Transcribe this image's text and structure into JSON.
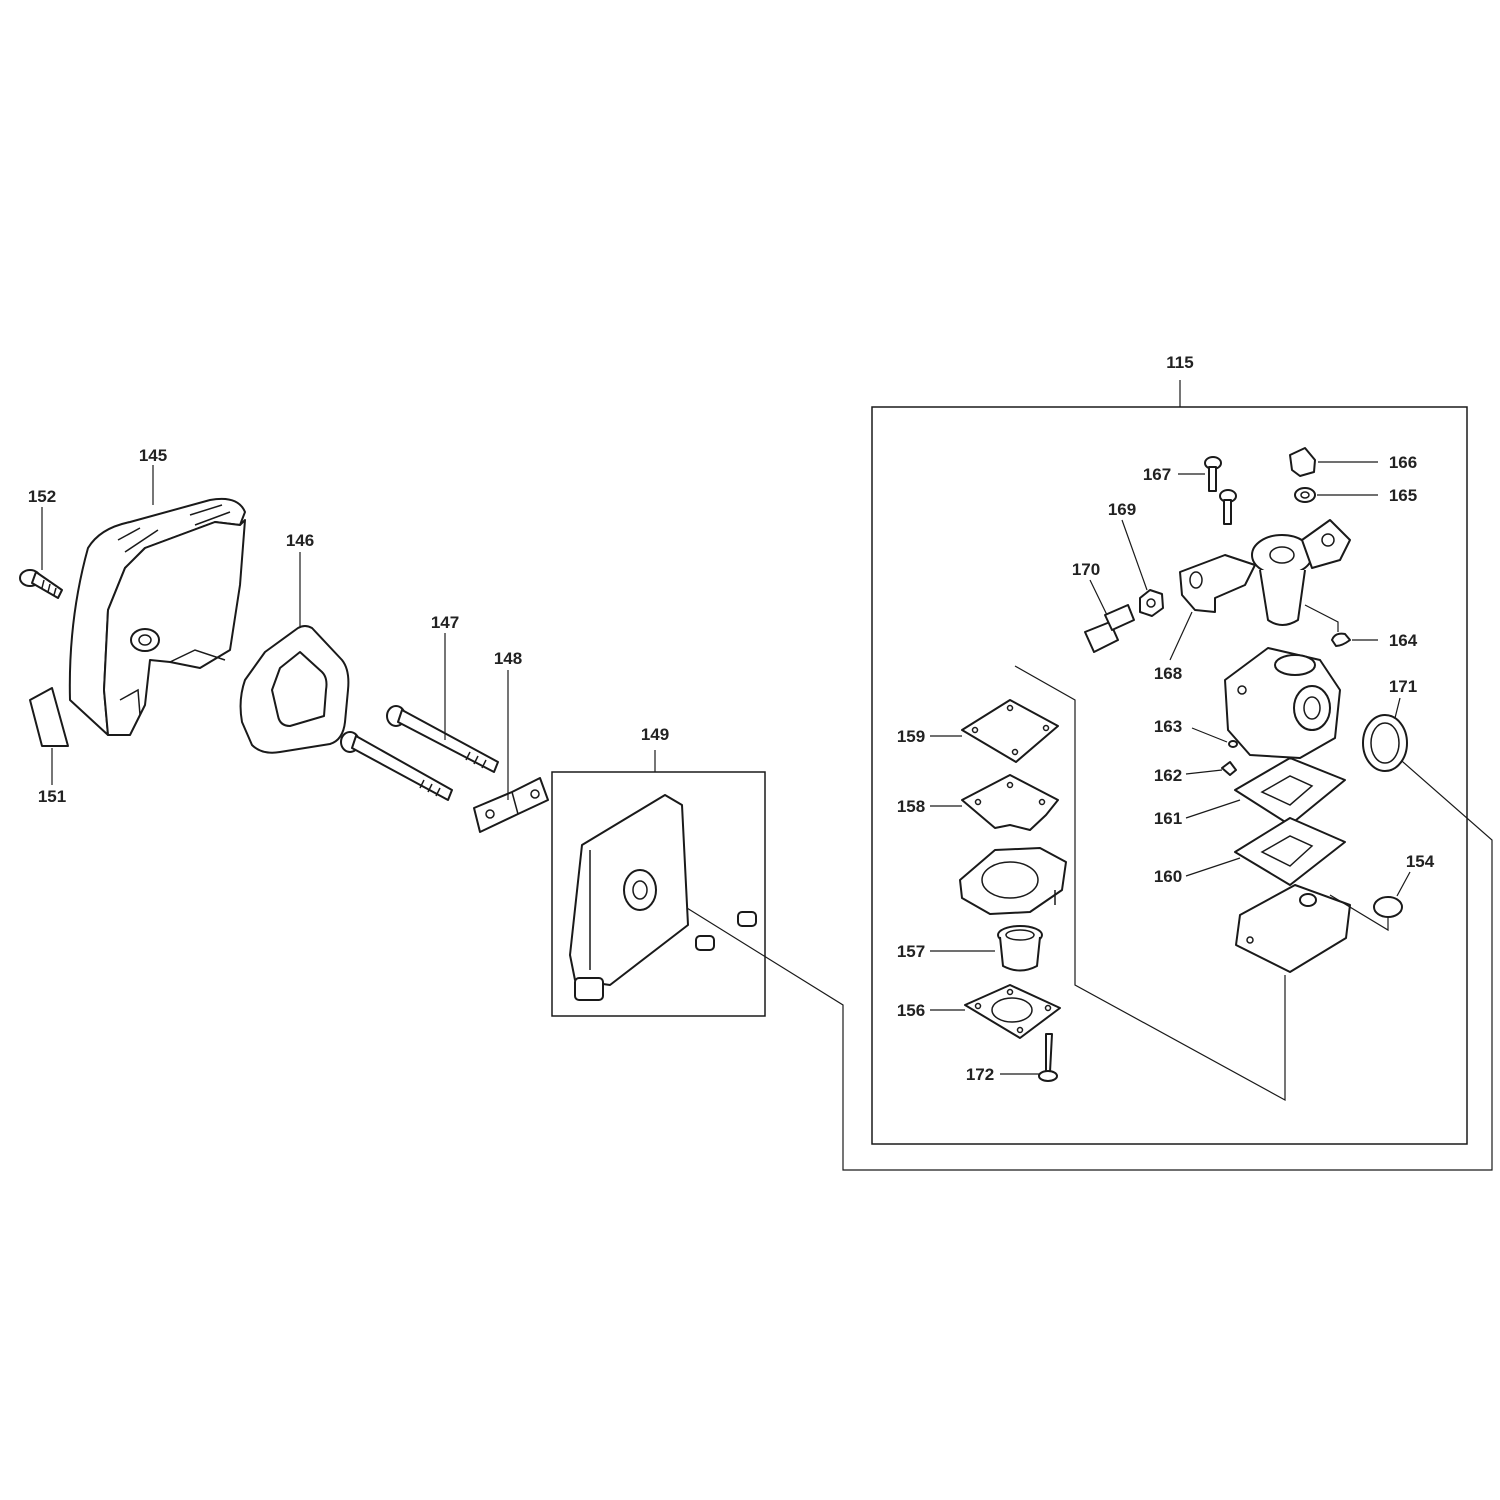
{
  "diagram": {
    "labels": {
      "p115": "115",
      "p145": "145",
      "p146": "146",
      "p147": "147",
      "p148": "148",
      "p149": "149",
      "p151": "151",
      "p152": "152",
      "p154": "154",
      "p156": "156",
      "p157": "157",
      "p158": "158",
      "p159": "159",
      "p160": "160",
      "p161": "161",
      "p162": "162",
      "p163": "163",
      "p164": "164",
      "p165": "165",
      "p166": "166",
      "p167": "167",
      "p168": "168",
      "p169": "169",
      "p170": "170",
      "p171": "171",
      "p172": "172"
    }
  }
}
